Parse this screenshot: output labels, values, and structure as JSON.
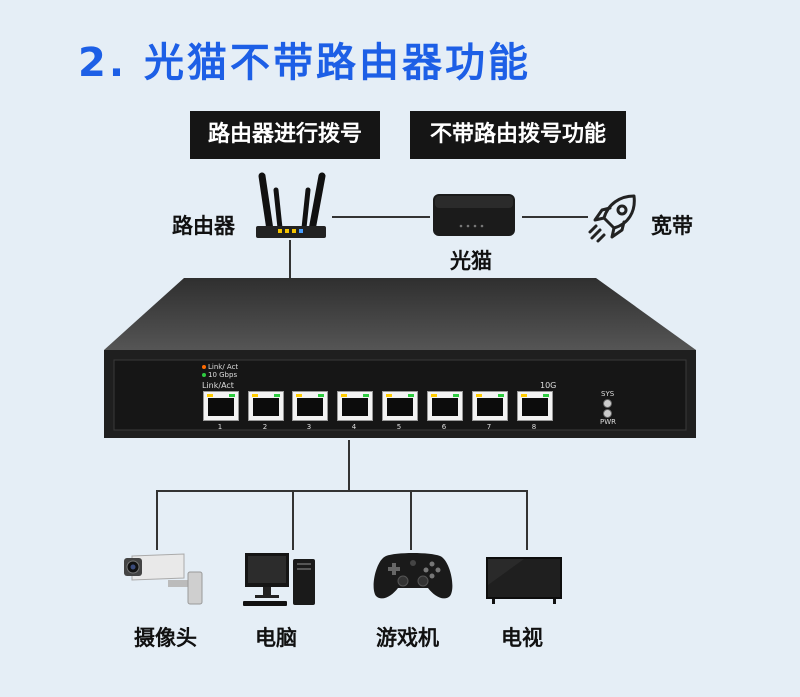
{
  "title": "2. 光猫不带路由器功能",
  "tags": {
    "left": "路由器进行拨号",
    "right": "不带路由拨号功能"
  },
  "labels": {
    "router": "路由器",
    "modem": "光猫",
    "broadband": "宽带",
    "camera": "摄像头",
    "computer": "电脑",
    "game": "游戏机",
    "tv": "电视"
  },
  "switch": {
    "legend_line1": "Link/ Act",
    "legend_line2": "10 Gbps",
    "link_act": "Link/Act",
    "tenG": "10G",
    "sys": "SYS",
    "pwr": "PWR",
    "ports": [
      "1",
      "2",
      "3",
      "4",
      "5",
      "6",
      "7",
      "8"
    ]
  },
  "colors": {
    "title": "#1d5fe6",
    "background": "#e5eef6",
    "tag_bg": "#151515"
  }
}
